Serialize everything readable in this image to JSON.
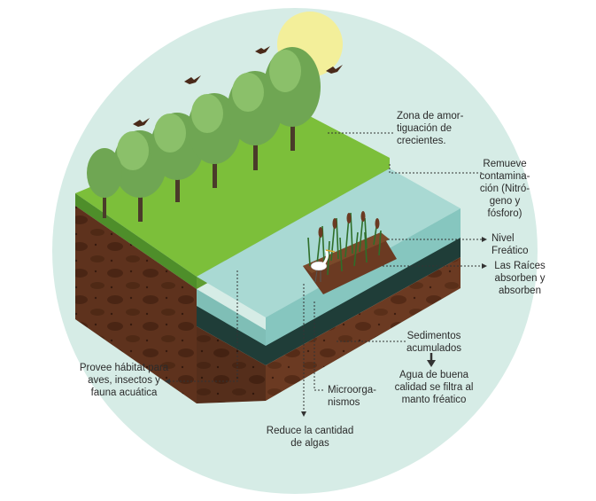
{
  "labels": {
    "zona": "Zona de amor-\ntiguación de\ncrecientes.",
    "remueve": "Remueve\ncontamina-\nción (Nitró-\ngeno y\nfósforo)",
    "nivel": "Nivel\nFreático",
    "raices": "Las Raíces\nabsorben y\nabsorben",
    "sedimentos": "Sedimentos\nacumulados",
    "agua": "Agua de buena\ncalidad se filtra al\nmanto fréatico",
    "provee": "Provee hábitat para\naves, insectos y\nfauna acuática",
    "micro": "Microorga-\nnismos",
    "reduce": "Reduce la cantidad\nde algas"
  },
  "colors": {
    "circle_bg": "#d6ece6",
    "sun": "#f3ef9a",
    "grass_top": "#7cbf3a",
    "grass_side": "#4e8e2a",
    "soil": "#6b3a22",
    "soil_dark": "#3e1e10",
    "water_top": "#a9d9d3",
    "water_side": "#86c6bf",
    "water_dark": "#1f3d38",
    "tree": "#6fa653",
    "trunk": "#4a3a2a",
    "bird": "#4a2a1a",
    "leader": "#333333"
  }
}
